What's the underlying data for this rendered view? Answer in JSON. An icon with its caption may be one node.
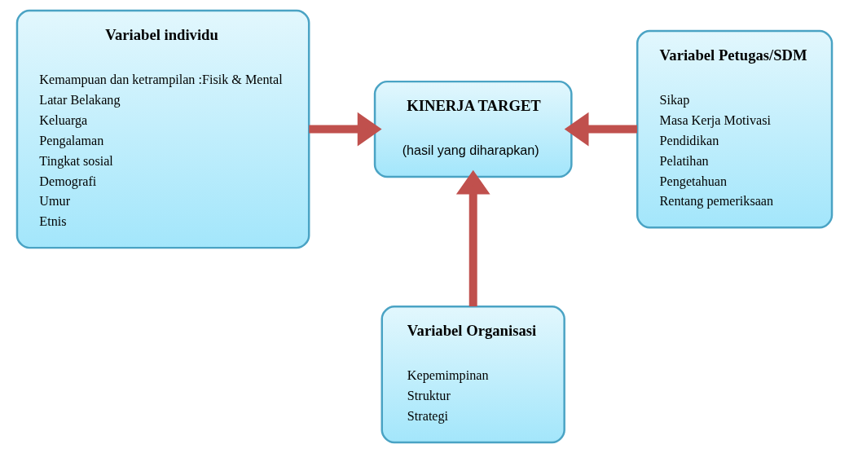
{
  "diagram": {
    "nodes": [
      {
        "text": [
          "Variabel individu",
          "Kemampuan dan ketrampilan :Fisik & Mental",
          "Latar Belakang",
          "Keluarga",
          "Pengalaman",
          "Tingkat sosial",
          "Demografi",
          "Umur",
          "Etnis"
        ]
      },
      {
        "text": [
          "KINERJA TARGET",
          "(hasil yang diharapkan)"
        ]
      },
      {
        "text": [
          "Variabel Petugas/SDM",
          "Sikap",
          "Masa Kerja Motivasi",
          "Pendidikan",
          "Pelatihan",
          "Pengetahuan",
          "Rentang pemeriksaan"
        ]
      },
      {
        "text": [
          "Variabel Organisasi",
          "Kepemimpinan",
          "Struktur",
          "Strategi"
        ]
      }
    ],
    "edges": [
      {
        "from": 0,
        "to": 1,
        "arrow": "to"
      },
      {
        "from": 2,
        "to": 1,
        "arrow": "to"
      },
      {
        "from": 3,
        "to": 1,
        "arrow": "to"
      }
    ]
  }
}
